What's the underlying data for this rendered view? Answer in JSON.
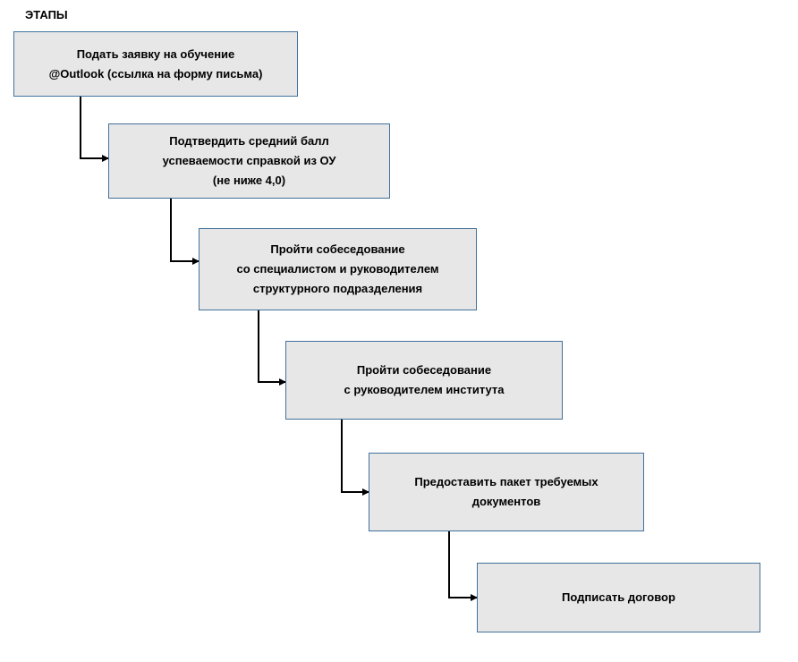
{
  "title": "ЭТАПЫ",
  "steps": [
    {
      "label": "Подать заявку на обучение\n@Outlook (ссылка на форму письма)"
    },
    {
      "label": "Подтвердить средний балл\nуспеваемости справкой из ОУ\n(не ниже 4,0)"
    },
    {
      "label": "Пройти собеседование\nсо специалистом и руководителем\nструктурного подразделения"
    },
    {
      "label": "Пройти собеседование\nс руководителем института"
    },
    {
      "label": "Предоставить пакет требуемых\nдокументов"
    },
    {
      "label": "Подписать договор"
    }
  ]
}
